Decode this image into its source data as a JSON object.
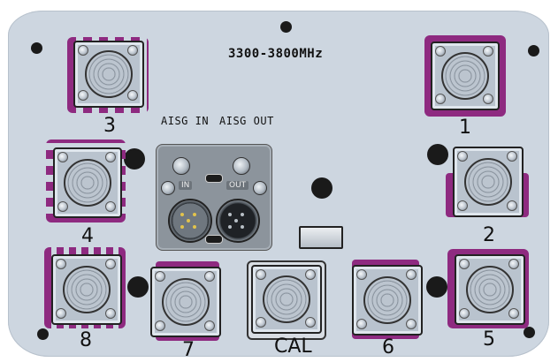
{
  "panel": {
    "frequency_label": "3300-3800MHz",
    "aisg_in_label": "AISG IN",
    "aisg_out_label": "AISG OUT",
    "aisg_in_tag": "IN",
    "aisg_out_tag": "OUT",
    "cal_label": "CAL"
  },
  "ports": [
    {
      "id": "1",
      "label": "1"
    },
    {
      "id": "2",
      "label": "2"
    },
    {
      "id": "3",
      "label": "3"
    },
    {
      "id": "4",
      "label": "4"
    },
    {
      "id": "5",
      "label": "5"
    },
    {
      "id": "6",
      "label": "6"
    },
    {
      "id": "7",
      "label": "7"
    },
    {
      "id": "8",
      "label": "8"
    }
  ],
  "colors": {
    "panel": "#cdd6e0",
    "port_marking": "#8e2a80",
    "connector_metal": "#b9c3ce"
  }
}
